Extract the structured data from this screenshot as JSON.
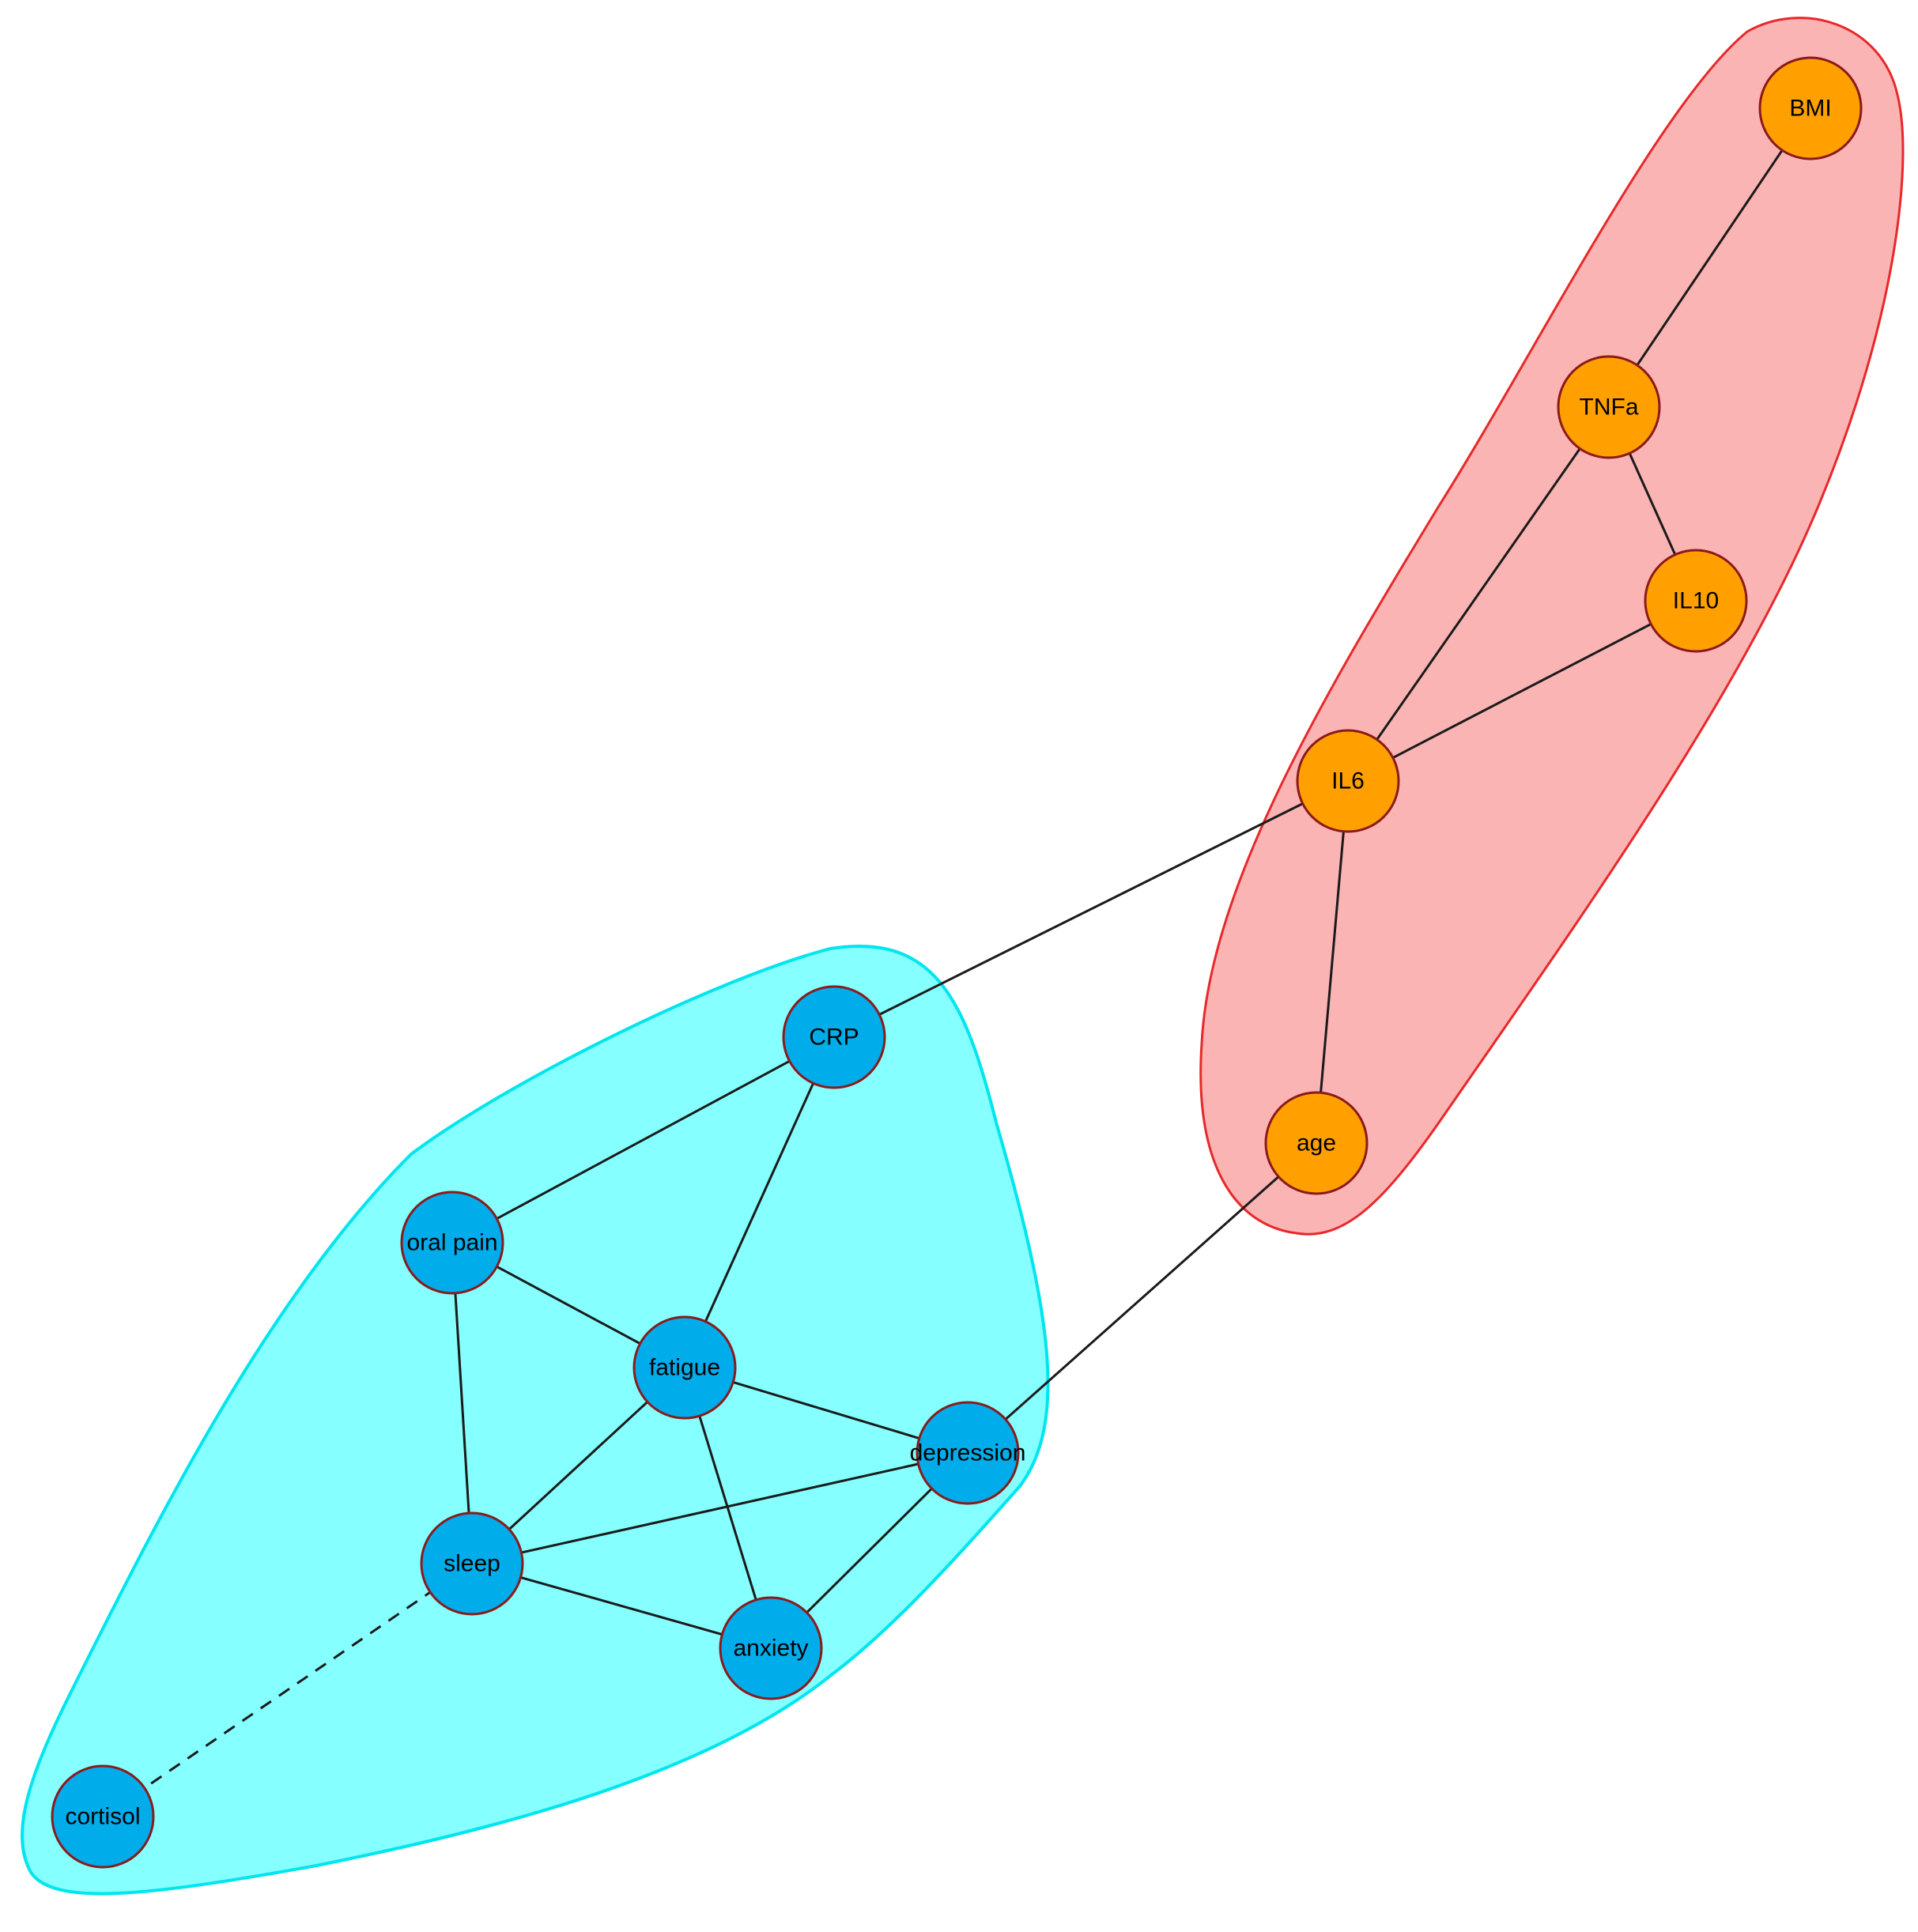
{
  "groups": [
    {
      "id": "blue-cluster",
      "fill": "#85ffff",
      "stroke": "#00e5ee"
    },
    {
      "id": "red-cluster",
      "fill": "#fbb4b4",
      "stroke": "#e8282a"
    }
  ],
  "nodes": [
    {
      "id": "BMI",
      "label": "BMI",
      "group": "red-cluster",
      "color": "#ffa000"
    },
    {
      "id": "TNFa",
      "label": "TNFa",
      "group": "red-cluster",
      "color": "#ffa000"
    },
    {
      "id": "IL10",
      "label": "IL10",
      "group": "red-cluster",
      "color": "#ffa000"
    },
    {
      "id": "IL6",
      "label": "IL6",
      "group": "red-cluster",
      "color": "#ffa000"
    },
    {
      "id": "age",
      "label": "age",
      "group": "red-cluster",
      "color": "#ffa000"
    },
    {
      "id": "CRP",
      "label": "CRP",
      "group": "blue-cluster",
      "color": "#00acea"
    },
    {
      "id": "oral-pain",
      "label": "oral pain",
      "group": "blue-cluster",
      "color": "#00acea"
    },
    {
      "id": "fatigue",
      "label": "fatigue",
      "group": "blue-cluster",
      "color": "#00acea"
    },
    {
      "id": "depression",
      "label": "depression",
      "group": "blue-cluster",
      "color": "#00acea"
    },
    {
      "id": "sleep",
      "label": "sleep",
      "group": "blue-cluster",
      "color": "#00acea"
    },
    {
      "id": "anxiety",
      "label": "anxiety",
      "group": "blue-cluster",
      "color": "#00acea"
    },
    {
      "id": "cortisol",
      "label": "cortisol",
      "group": "blue-cluster",
      "color": "#00acea"
    }
  ],
  "edges": [
    {
      "from": "BMI",
      "to": "TNFa",
      "style": "solid"
    },
    {
      "from": "TNFa",
      "to": "IL10",
      "style": "solid"
    },
    {
      "from": "TNFa",
      "to": "IL6",
      "style": "solid"
    },
    {
      "from": "IL10",
      "to": "IL6",
      "style": "solid"
    },
    {
      "from": "IL6",
      "to": "age",
      "style": "solid"
    },
    {
      "from": "IL6",
      "to": "CRP",
      "style": "solid"
    },
    {
      "from": "age",
      "to": "depression",
      "style": "solid"
    },
    {
      "from": "CRP",
      "to": "oral-pain",
      "style": "solid"
    },
    {
      "from": "CRP",
      "to": "fatigue",
      "style": "solid"
    },
    {
      "from": "oral-pain",
      "to": "fatigue",
      "style": "solid"
    },
    {
      "from": "oral-pain",
      "to": "sleep",
      "style": "solid"
    },
    {
      "from": "fatigue",
      "to": "depression",
      "style": "solid"
    },
    {
      "from": "fatigue",
      "to": "sleep",
      "style": "solid"
    },
    {
      "from": "fatigue",
      "to": "anxiety",
      "style": "solid"
    },
    {
      "from": "depression",
      "to": "sleep",
      "style": "solid"
    },
    {
      "from": "depression",
      "to": "anxiety",
      "style": "solid"
    },
    {
      "from": "sleep",
      "to": "anxiety",
      "style": "solid"
    },
    {
      "from": "sleep",
      "to": "cortisol",
      "style": "dashed"
    }
  ]
}
